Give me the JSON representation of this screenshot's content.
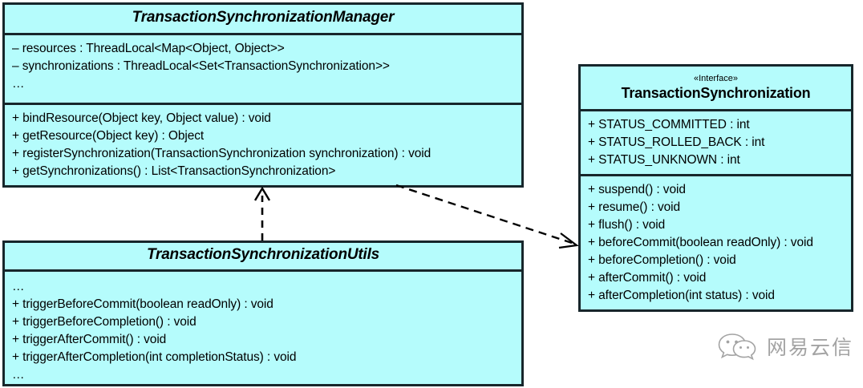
{
  "diagram": {
    "type": "uml-class-diagram",
    "background_color": "#ffffff",
    "box_fill_color": "#b5fcfc",
    "box_border_color": "#17262b"
  },
  "classes": {
    "manager": {
      "name": "TransactionSynchronizationManager",
      "attributes": [
        "– resources : ThreadLocal<Map<Object, Object>>",
        "– synchronizations : ThreadLocal<Set<TransactionSynchronization>>",
        "…"
      ],
      "operations": [
        "+ bindResource(Object key, Object value) : void",
        "+ getResource(Object key) : Object",
        "+ registerSynchronization(TransactionSynchronization synchronization) : void",
        "+ getSynchronizations() : List<TransactionSynchronization>"
      ]
    },
    "utils": {
      "name": "TransactionSynchronizationUtils",
      "operations": [
        "…",
        "+ triggerBeforeCommit(boolean readOnly) : void",
        "+ triggerBeforeCompletion() : void",
        "+ triggerAfterCommit() : void",
        "+ triggerAfterCompletion(int completionStatus) : void",
        "…"
      ]
    },
    "interface": {
      "stereotype": "«Interface»",
      "name": "TransactionSynchronization",
      "constants": [
        "+ STATUS_COMMITTED : int",
        "+ STATUS_ROLLED_BACK : int",
        "+ STATUS_UNKNOWN : int"
      ],
      "operations": [
        "+ suspend() : void",
        "+ resume() : void",
        "+ flush() : void",
        "+ beforeCommit(boolean readOnly) : void",
        "+ beforeCompletion() : void",
        "+ afterCommit() : void",
        "+ afterCompletion(int status) : void"
      ]
    }
  },
  "connectors": [
    {
      "id": "utils-to-manager",
      "style": "dashed",
      "arrow": "open",
      "from": "TransactionSynchronizationUtils",
      "to": "TransactionSynchronizationManager"
    },
    {
      "id": "manager-to-interface",
      "style": "dashed",
      "arrow": "open",
      "from": "TransactionSynchronizationManager",
      "to": "TransactionSynchronization"
    }
  ],
  "watermark": {
    "text": "网易云信",
    "icon": "wechat-logo"
  }
}
